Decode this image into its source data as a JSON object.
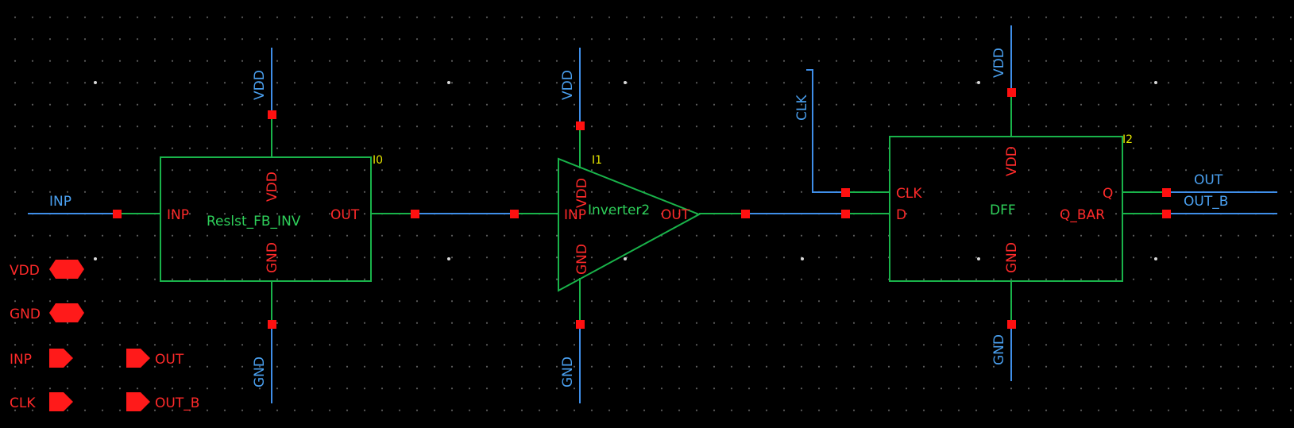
{
  "colors": {
    "background": "#000000",
    "wire": "#3f8ee8",
    "symbol": "#19b34a",
    "pin": "#ff1010",
    "pin_label": "#ff2a2a",
    "net_label": "#4aa0f0",
    "instance_id": "#e6e600"
  },
  "nets": {
    "inp": "INP",
    "vdd": "VDD",
    "gnd": "GND",
    "clk": "CLK",
    "out": "OUT",
    "out_b": "OUT_B"
  },
  "instances": [
    {
      "id": "I0",
      "cell": "Reslst_FB_INV",
      "pins": {
        "in": "INP",
        "out": "OUT",
        "vdd": "VDD",
        "gnd": "GND"
      }
    },
    {
      "id": "I1",
      "cell": "Inverter2",
      "pins": {
        "in": "INP",
        "out": "OUT",
        "vdd": "VDD",
        "gnd": "GND"
      }
    },
    {
      "id": "I2",
      "cell": "DFF",
      "pins": {
        "clk": "CLK",
        "d": "D",
        "q": "Q",
        "q_bar": "Q_BAR",
        "vdd": "VDD",
        "gnd": "GND"
      }
    }
  ],
  "ports": [
    {
      "name": "VDD",
      "shape": "inout"
    },
    {
      "name": "GND",
      "shape": "inout"
    },
    {
      "name": "INP",
      "shape": "input"
    },
    {
      "name": "CLK",
      "shape": "input"
    },
    {
      "name": "OUT",
      "shape": "output"
    },
    {
      "name": "OUT_B",
      "shape": "output"
    }
  ]
}
